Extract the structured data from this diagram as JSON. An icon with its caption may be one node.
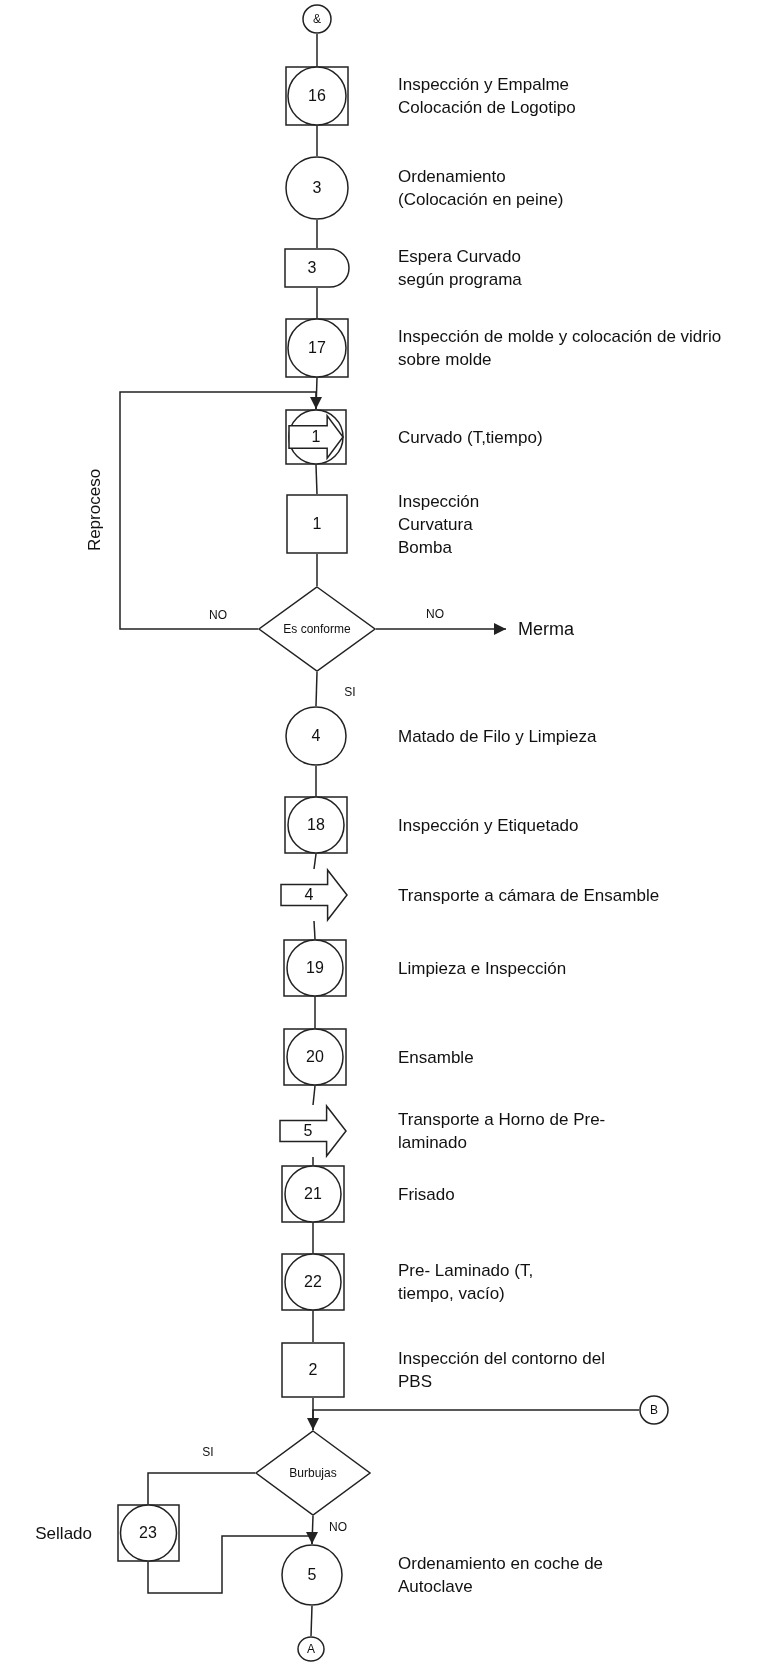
{
  "diagram": {
    "nodes": [
      {
        "text": [
          "&"
        ]
      },
      {
        "text": [
          "16"
        ],
        "beside": [
          "Inspección y Empalme Colocación de Logotipo"
        ]
      },
      {
        "text": [
          "3"
        ],
        "beside": [
          "Ordenamiento (Colocación en peine)"
        ]
      },
      {
        "text": [
          "3"
        ],
        "beside": [
          "Espera Curvado según programa"
        ]
      },
      {
        "text": [
          "17"
        ],
        "beside": [
          "Inspección de molde y colocación de vidrio sobre molde"
        ]
      },
      {
        "text": [
          "1"
        ],
        "beside": [
          "Curvado (T,tiempo)"
        ]
      },
      {
        "text": [
          "1"
        ],
        "beside": [
          "Inspección Curvatura Bomba"
        ]
      },
      {
        "text": [
          "Es conforme"
        ]
      },
      {
        "text": [
          "Merma"
        ]
      },
      {
        "text": [
          "4"
        ],
        "beside": [
          "Matado de Filo y Limpieza"
        ]
      },
      {
        "text": [
          "18"
        ],
        "beside": [
          "Inspección y Etiquetado"
        ]
      },
      {
        "text": [
          "4"
        ],
        "beside": [
          "Transporte a cámara de Ensamble"
        ]
      },
      {
        "text": [
          "19"
        ],
        "beside": [
          "Limpieza e Inspección"
        ]
      },
      {
        "text": [
          "20"
        ],
        "beside": [
          "Ensamble"
        ]
      },
      {
        "text": [
          "5"
        ],
        "beside": [
          "Transporte a Horno de Pre-laminado"
        ]
      },
      {
        "text": [
          "21"
        ],
        "beside": [
          "Frisado"
        ]
      },
      {
        "text": [
          "22"
        ],
        "beside": [
          "Pre- Laminado (T, tiempo, vacío)"
        ]
      },
      {
        "text": [
          "2"
        ],
        "beside": [
          "Inspección del contorno del PBS"
        ]
      },
      {
        "text": [
          "B"
        ]
      },
      {
        "text": [
          "Burbujas"
        ]
      },
      {
        "text": [
          "23"
        ],
        "beside": [
          "Sellado"
        ]
      },
      {
        "text": [
          "5"
        ],
        "beside": [
          "Ordenamiento en coche de Autoclave"
        ]
      },
      {
        "text": [
          "A"
        ]
      }
    ],
    "edges": [
      {
        "from": 0,
        "to": 1,
        "arrow": "none"
      },
      {
        "from": 1,
        "to": 2,
        "arrow": "none"
      },
      {
        "from": 2,
        "to": 3,
        "arrow": "none"
      },
      {
        "from": 3,
        "to": 4,
        "arrow": "none"
      },
      {
        "from": 4,
        "to": 5,
        "arrow": "none"
      },
      {
        "from": 5,
        "to": 6,
        "arrow": "none"
      },
      {
        "from": 6,
        "to": 7,
        "arrow": "none"
      },
      {
        "from": 7,
        "to": 5,
        "arrow": "to",
        "label": "NO"
      },
      {
        "from": 7,
        "to": 8,
        "arrow": "to",
        "label": "NO"
      },
      {
        "from": 7,
        "to": 9,
        "arrow": "none",
        "label": "SI"
      },
      {
        "from": 9,
        "to": 10,
        "arrow": "none"
      },
      {
        "from": 10,
        "to": 11,
        "arrow": "none"
      },
      {
        "from": 11,
        "to": 12,
        "arrow": "none"
      },
      {
        "from": 12,
        "to": 13,
        "arrow": "none"
      },
      {
        "from": 13,
        "to": 14,
        "arrow": "none"
      },
      {
        "from": 14,
        "to": 15,
        "arrow": "none"
      },
      {
        "from": 15,
        "to": 16,
        "arrow": "none"
      },
      {
        "from": 16,
        "to": 17,
        "arrow": "none"
      },
      {
        "from": 17,
        "to": 19,
        "arrow": "none"
      },
      {
        "from": 18,
        "to": 19,
        "arrow": "to"
      },
      {
        "from": 19,
        "to": 20,
        "arrow": "none",
        "label": "SI"
      },
      {
        "from": 20,
        "to": 21,
        "arrow": "to"
      },
      {
        "from": 19,
        "to": 21,
        "arrow": "none",
        "label": "NO"
      },
      {
        "from": 21,
        "to": 22,
        "arrow": "none"
      }
    ],
    "labels": [
      "Reproceso"
    ]
  }
}
